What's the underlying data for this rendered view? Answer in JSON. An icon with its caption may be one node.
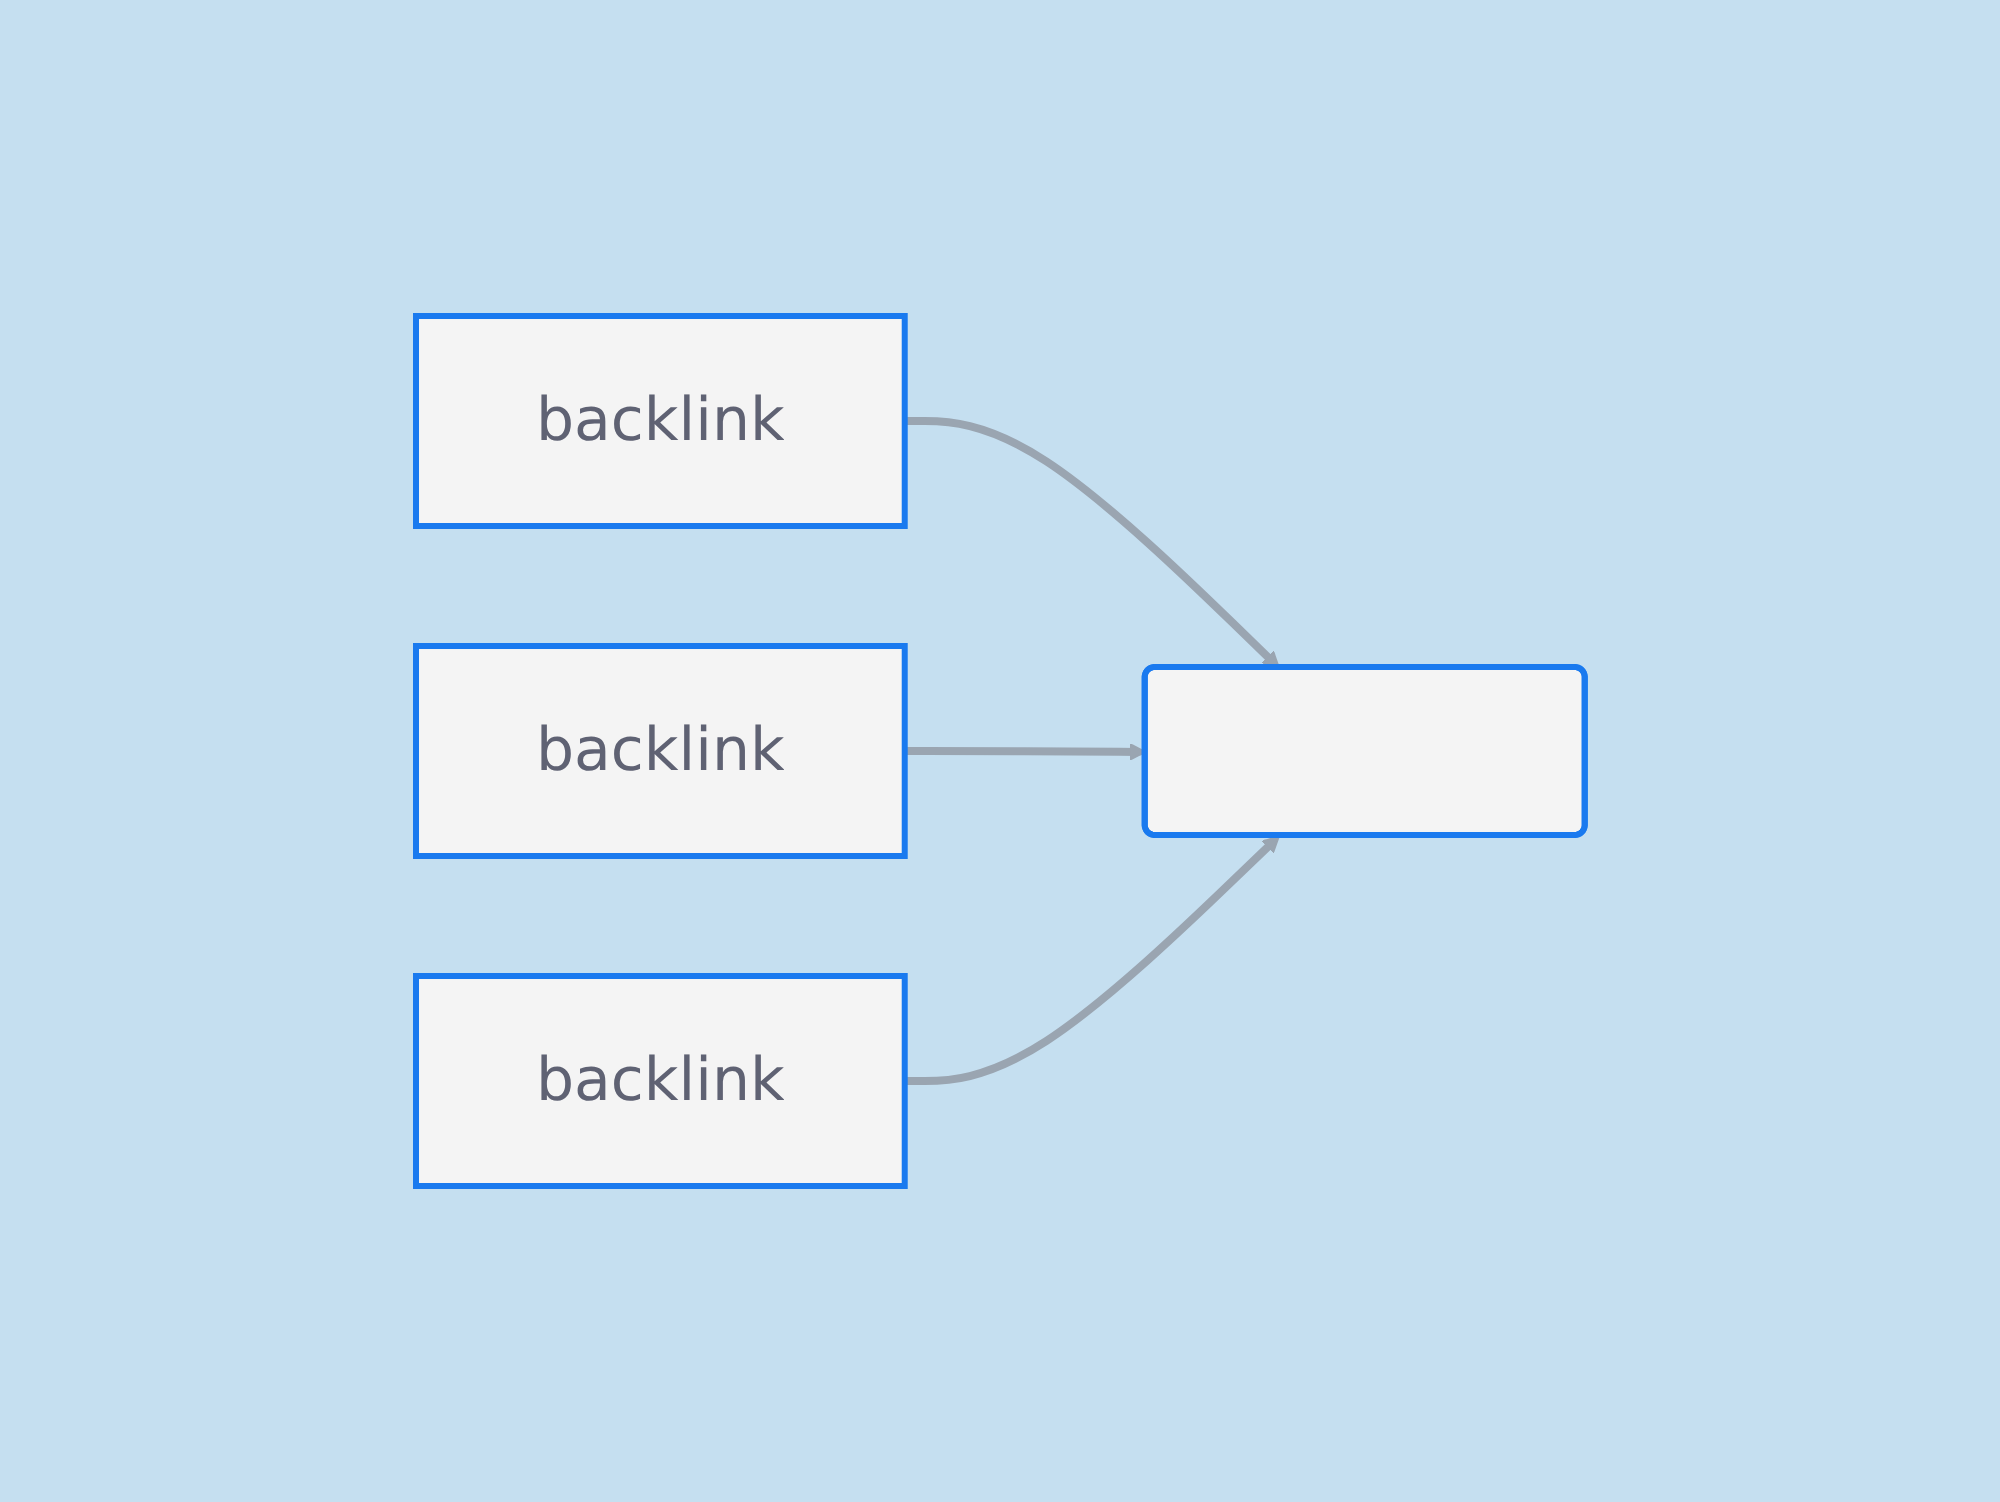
{
  "diagram": {
    "nodes": [
      {
        "text": [
          "backlink"
        ]
      },
      {
        "text": [],
        "shape": "box"
      },
      {
        "text": [
          "backlink"
        ]
      },
      {
        "text": [
          "backlink"
        ]
      }
    ],
    "edges": [
      {
        "from": 0,
        "to": 1,
        "arrow": "to"
      },
      {
        "from": 2,
        "to": 1,
        "arrow": "to"
      },
      {
        "from": 3,
        "to": 1,
        "arrow": "to"
      }
    ]
  }
}
